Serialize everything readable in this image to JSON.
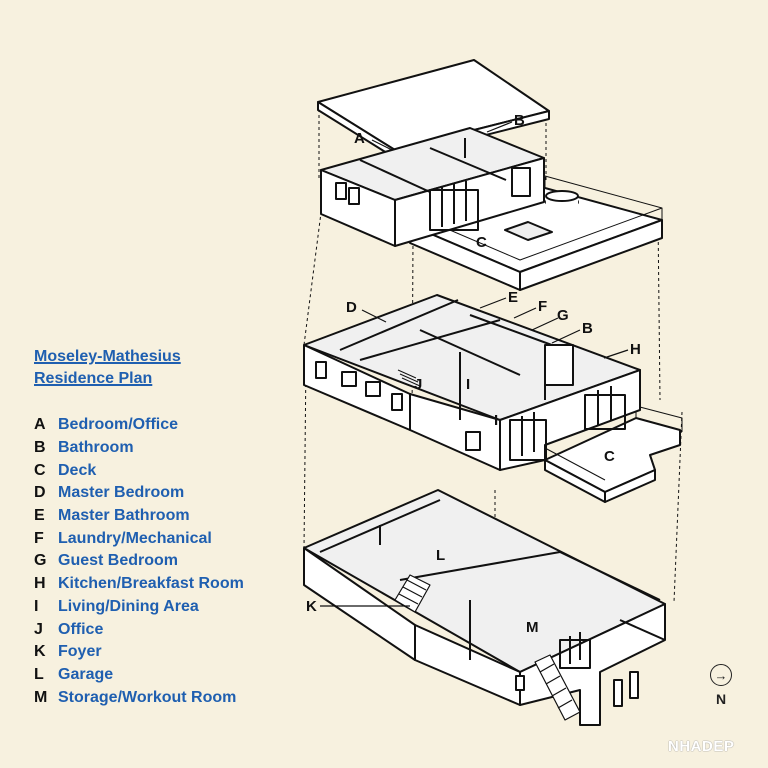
{
  "title": {
    "line1": "Moseley-Mathesius",
    "line2": "Residence Plan"
  },
  "legend": [
    {
      "key": "A",
      "label": "Bedroom/Office"
    },
    {
      "key": "B",
      "label": "Bathroom"
    },
    {
      "key": "C",
      "label": "Deck"
    },
    {
      "key": "D",
      "label": "Master Bedroom"
    },
    {
      "key": "E",
      "label": "Master Bathroom"
    },
    {
      "key": "F",
      "label": "Laundry/Mechanical"
    },
    {
      "key": "G",
      "label": "Guest Bedroom"
    },
    {
      "key": "H",
      "label": "Kitchen/Breakfast Room"
    },
    {
      "key": "I",
      "label": "Living/Dining Area"
    },
    {
      "key": "J",
      "label": "Office"
    },
    {
      "key": "K",
      "label": "Foyer"
    },
    {
      "key": "L",
      "label": "Garage"
    },
    {
      "key": "M",
      "label": "Storage/Workout Room"
    }
  ],
  "plan_labels": {
    "top_a": "A",
    "top_b": "B",
    "top_c": "C",
    "mid_d": "D",
    "mid_e": "E",
    "mid_f": "F",
    "mid_g": "G",
    "mid_b": "B",
    "mid_h": "H",
    "mid_j": "J",
    "mid_i1": "I",
    "mid_i2": "I",
    "mid_c": "C",
    "low_l": "L",
    "low_k": "K",
    "low_m": "M"
  },
  "north": {
    "icon": "arrow-circle-icon",
    "label": "N"
  },
  "watermark": "NHADEP",
  "colors": {
    "background": "#f7f1df",
    "accent": "#1f5fb0",
    "ink": "#111111",
    "wall": "#ffffff",
    "floor": "#f0f0f0"
  }
}
